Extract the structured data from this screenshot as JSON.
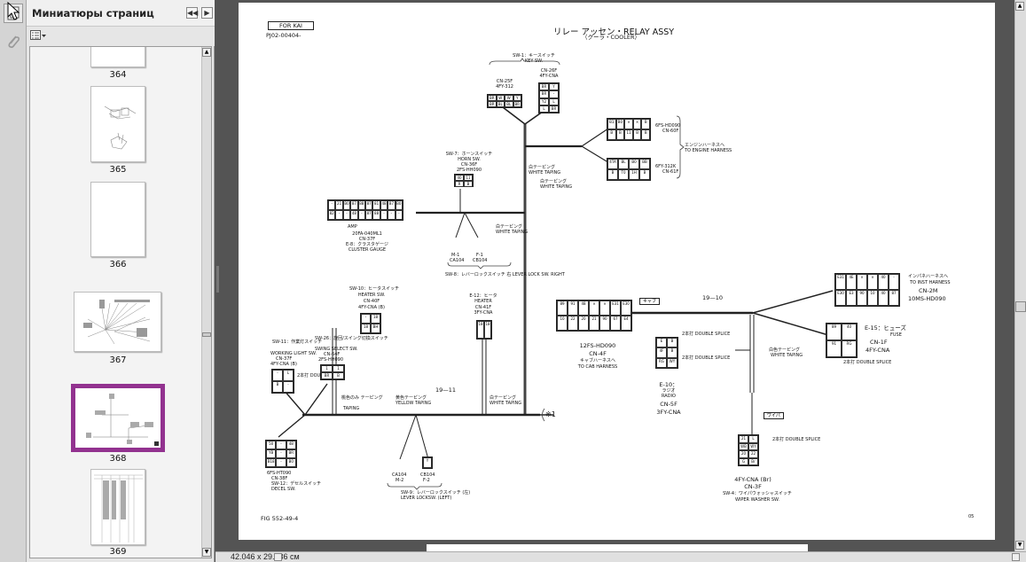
{
  "navigation": {
    "pages_icon": "pages-thumbnail-icon",
    "attachments_icon": "paperclip-icon"
  },
  "thumbnails_panel": {
    "title": "Миниатюры страниц",
    "collapse_symbol": "◀◀",
    "expand_symbol": "▶",
    "options_symbol": "☰▾",
    "pages": [
      {
        "number": "364",
        "selected": false
      },
      {
        "number": "365",
        "selected": false
      },
      {
        "number": "366",
        "selected": false
      },
      {
        "number": "367",
        "selected": false
      },
      {
        "number": "368",
        "selected": true
      },
      {
        "number": "369",
        "selected": false
      }
    ],
    "selection_color": "#92328f"
  },
  "status_bar": {
    "page_size": "42.046 x 29.736 см"
  },
  "document": {
    "header_box": "FOR KAI",
    "doc_code": "PJ02-00404-",
    "title": "リレー アッセン・RELAY ASSY",
    "subtitle": "（クーラ・COOLER）",
    "figure_label": "FIG 552-49-4",
    "page_number": "05",
    "components": {
      "sw1": {
        "label_jp": "SW-1：キースイッチ",
        "label_en": "KEY SW."
      },
      "cn25f_a": {
        "code": "CN-25F",
        "type": "4FY-312"
      },
      "cn26f": {
        "code": "CN-26F",
        "type": "4FY-CNA"
      },
      "cn60f": {
        "type": "6FS-HD090",
        "code": "CN-60F"
      },
      "cn61f": {
        "type": "6FY-312K",
        "code": "CN-61F"
      },
      "engine_harness": {
        "jp": "エンジンハーネスへ",
        "en": "TO ENGINE HARNESS"
      },
      "white_taping_1": {
        "jp": "白テーピング",
        "en": "WHITE TAPING"
      },
      "white_taping_2": {
        "jp": "白テーピング",
        "en": "WHITE TAPING"
      },
      "sw7": {
        "label_jp": "SW-7：ホーンスイッチ",
        "label_en": "HORN SW.",
        "code": "CN-36F",
        "type": "2FS-HH090"
      },
      "cluster": {
        "type": "20FA-040ML1",
        "code": "CN-37F",
        "label_jp": "E-8：クラスタゲージ",
        "label_en": "CLUSTER GAUGE",
        "amp": "AMP"
      },
      "white_taping_3": {
        "jp": "白テーピング",
        "en": "WHITE TAPING"
      },
      "sw8": {
        "m": "M-1",
        "ca": "CA104",
        "f": "F-1",
        "cb": "CB104",
        "label": "SW-8：レバーロックスイッチ 右  LEVER LOCK SW. RIGHT"
      },
      "sw10": {
        "label_jp": "SW-10：ヒータスイッチ",
        "label_en": "HEATER SW.",
        "code": "CN-40F",
        "type": "4FY-CNA (B)"
      },
      "e12": {
        "label_jp": "E-12：ヒータ",
        "label_en": "HEATER",
        "code": "CN-41F",
        "type": "3FY-CNA"
      },
      "sw11": {
        "label_jp": "SW-11：作業灯スイッチ",
        "label_en": "WORKING LIGHT SW.",
        "code": "CN-37F",
        "type": "4FY-CNA (B)",
        "splice": "2本打 DOUBLE SPLICE"
      },
      "sw26": {
        "label_jp": "SW-26：旋回/スイング切換スイッチ",
        "label_en": "SWING SELECT SW.",
        "code": "CN-64F",
        "type": "2FS-HH090"
      },
      "pink_taping": {
        "jp": "桃色のみ テーピング",
        "en": "TAPING"
      },
      "yellow_taping": {
        "jp": "黄色テーピング",
        "en": "YELLOW TAPING"
      },
      "harness_19_11": "19—11",
      "white_taping_4": {
        "jp": "白テーピング",
        "en": "WHITE TAPING"
      },
      "ref_mark": "※1",
      "sw12": {
        "type": "6FS-HT090",
        "code": "CN-38F",
        "label_jp": "SW-12：デセルスイッチ",
        "label_en": "DECEL SW."
      },
      "sw9": {
        "ca": "CA104",
        "m": "M-2",
        "cb": "CB104",
        "f": "F-2",
        "label_jp": "SW-9：レバーロックスイッチ (左)",
        "label_en": "LEVER LOCKSW. (LEFT)"
      },
      "cn4f": {
        "type": "12FS-HD090",
        "code": "CN-4F",
        "jp": "キャブハーネスへ",
        "en": "TO CAB HARNESS",
        "tag": "キャブ"
      },
      "harness_19_10": "19—10",
      "e10": {
        "label": "E-10：",
        "jp": "ラジオ",
        "en": "RADIO",
        "code": "CN-5F",
        "type": "3FY-CNA",
        "splice1": "2本打 DOUBLE SPLICE",
        "splice2": "2本打 DOUBLE SPLICE"
      },
      "cn2m": {
        "jp": "インパネハーネスへ",
        "en": "TO INST HARNESS",
        "code": "CN-2M",
        "type": "10MS-HD090"
      },
      "e15": {
        "label_jp": "E-15：ヒューズ",
        "label_en": "FUSE",
        "code": "CN-1F",
        "type": "4FY-CNA",
        "splice": "2本打 DOUBLE SPLICE"
      },
      "white_taping_5": {
        "jp": "白色テーピング",
        "en": "WHITE TAPING"
      },
      "sw4": {
        "tag": "ワイパ",
        "type": "4FY-CNA (Br)",
        "code": "CN-3F",
        "label_jp": "SW-4：ワイパウォッシャスイッチ",
        "label_en": "WIPER WASHER SW.",
        "splice": "2本打 DOUBLE SPLICE"
      }
    }
  }
}
